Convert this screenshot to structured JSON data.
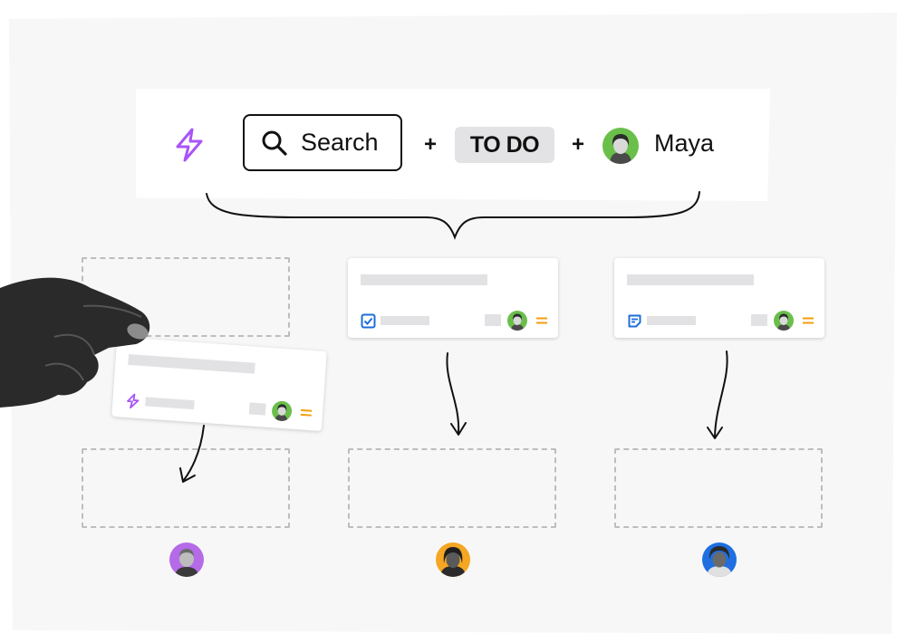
{
  "formula": {
    "trigger_icon": "lightning-bolt-icon",
    "search_label": "Search",
    "plus_1": "+",
    "status_label": "TO DO",
    "plus_2": "+",
    "assignee_name": "Maya"
  },
  "cards": [
    {
      "type_icon": "lightning-bolt-icon",
      "priority_icon": "medium-priority-icon"
    },
    {
      "type_icon": "checkbox-task-icon",
      "priority_icon": "medium-priority-icon"
    },
    {
      "type_icon": "story-note-icon",
      "priority_icon": "medium-priority-icon"
    }
  ],
  "colors": {
    "accent_purple": "#a855f7",
    "task_blue": "#1d6fd8",
    "priority_orange": "#f59e0b",
    "avatar_green": "#6abf4b",
    "avatar_purple": "#b56be8",
    "avatar_orange": "#f5a623",
    "avatar_blue": "#1f6fe0",
    "placeholder_gray": "#e2e2e4"
  }
}
